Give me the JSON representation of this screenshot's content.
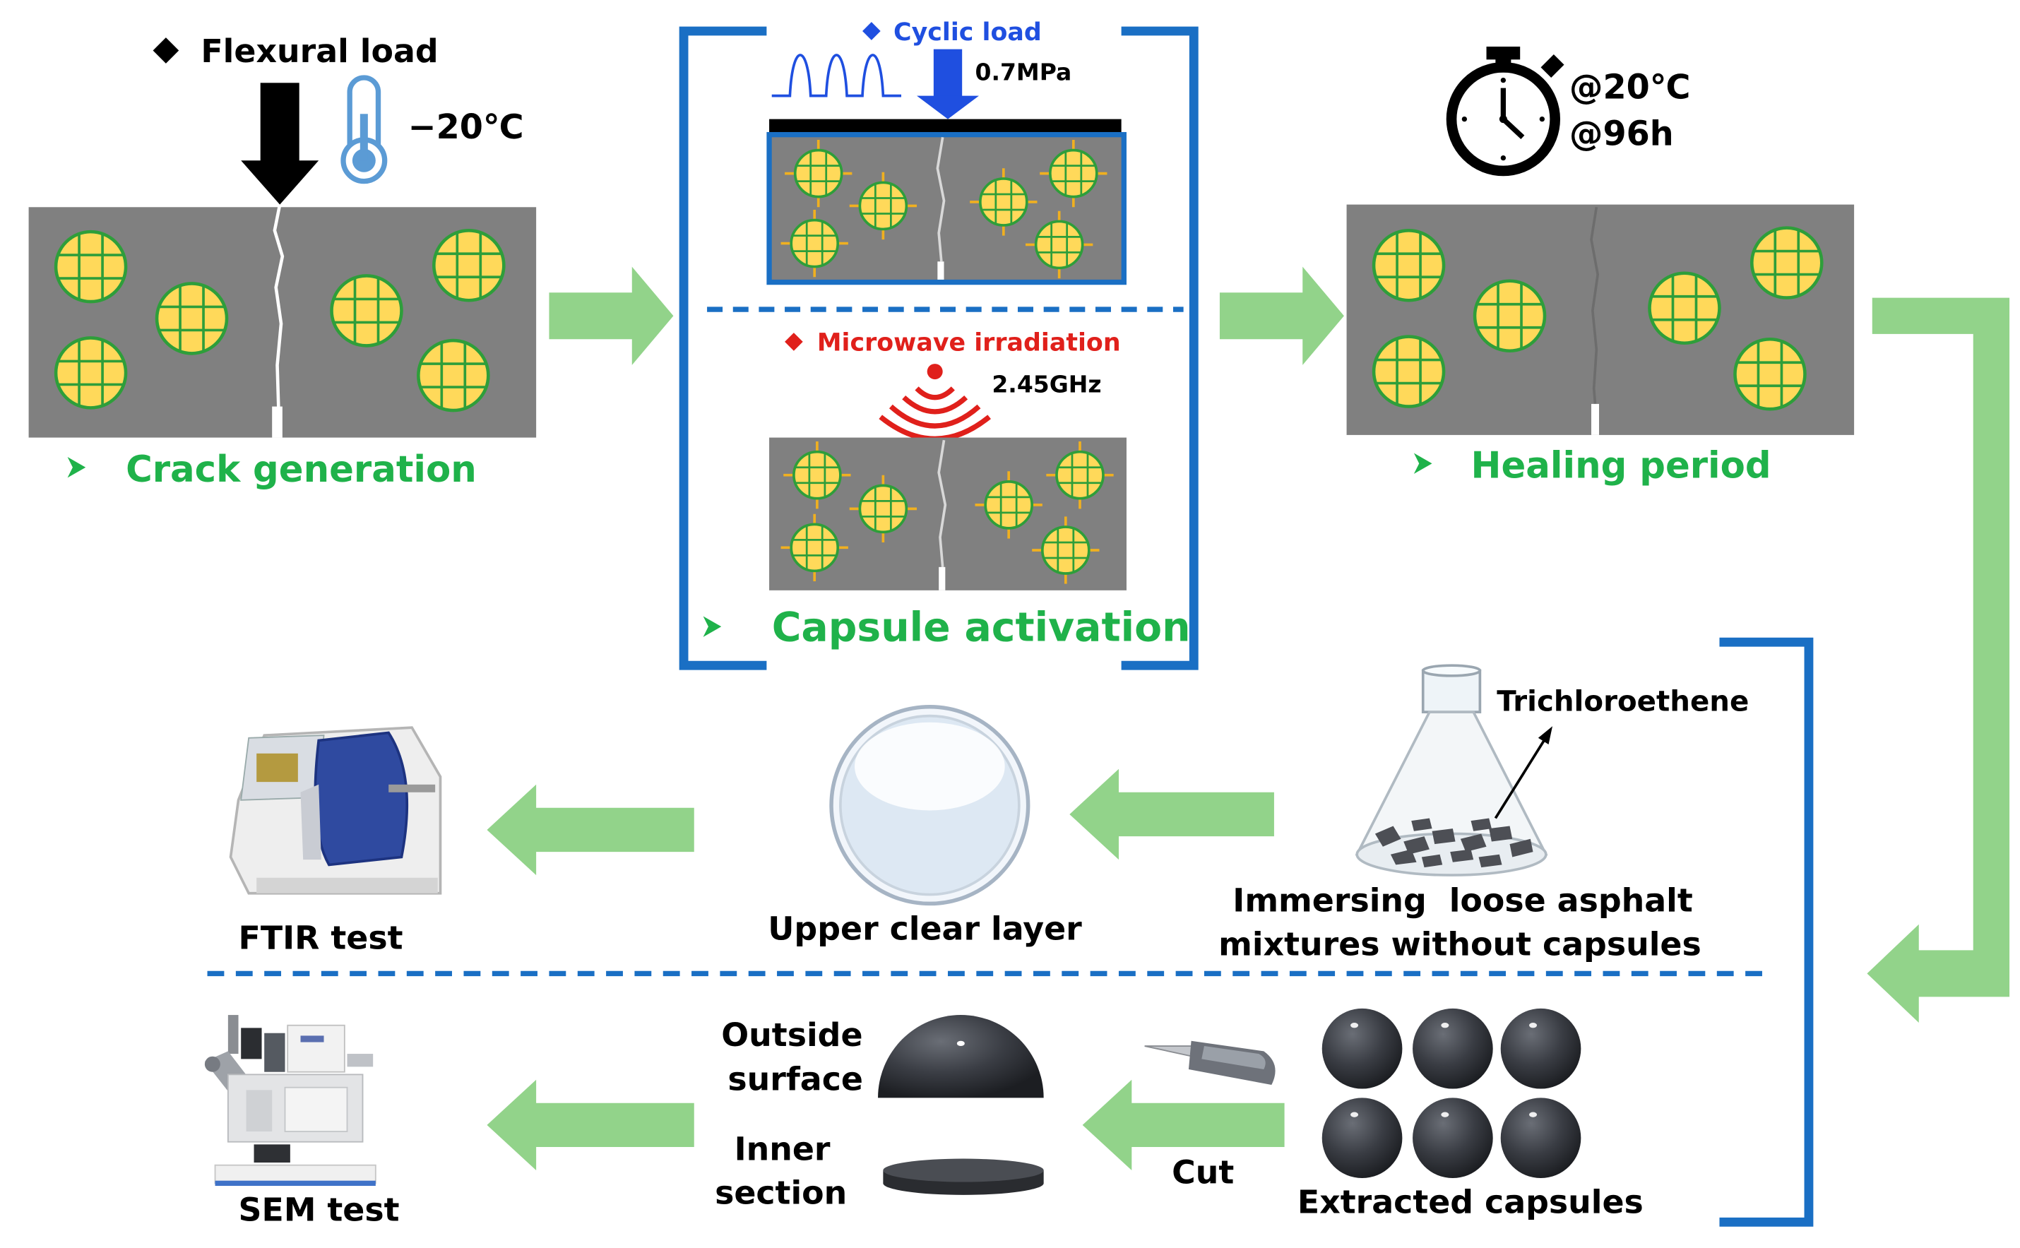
{
  "stage1": {
    "load_label": "Flexural load",
    "temperature": "−20℃",
    "caption": "Crack generation"
  },
  "stage2": {
    "cyclic_label": "Cyclic load",
    "pressure": "0.7MPa",
    "microwave_label": "Microwave irradiation",
    "frequency": "2.45GHz",
    "caption": "Capsule activation"
  },
  "stage3": {
    "temperature": "@20℃",
    "duration": "@96h",
    "caption": "Healing period"
  },
  "extraction": {
    "solvent": "Trichloroethene",
    "immersing_line1": "Immersing  loose asphalt",
    "immersing_line2": "mixtures without capsules",
    "clear_layer": "Upper clear layer",
    "ftir": "FTIR test",
    "capsules": "Extracted capsules",
    "cut": "Cut",
    "outside_line1": "Outside",
    "outside_line2": "surface",
    "inner_line1": "Inner",
    "inner_line2": "section",
    "sem": "SEM test"
  },
  "colors": {
    "green_text": "#1fb24a",
    "arrow_green": "#92d38a",
    "bracket_blue": "#1a6fc4",
    "cyclic_blue": "#1f4fe0",
    "microwave_red": "#e0201b",
    "specimen_gray": "#808080",
    "capsule_yellow": "#ffd95a",
    "capsule_green": "#2e9e3a"
  }
}
